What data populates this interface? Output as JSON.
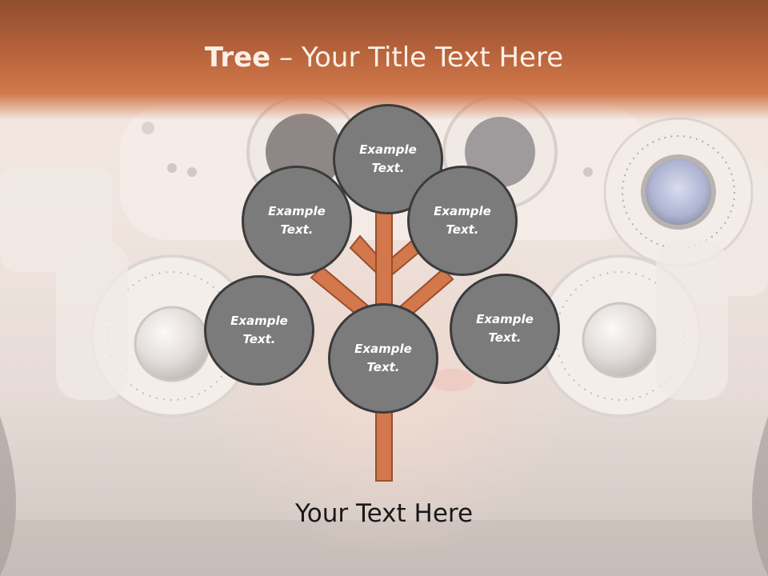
{
  "title": {
    "bold": "Tree",
    "separator": " – ",
    "rest": "Your Title Text Here"
  },
  "nodes": [
    {
      "line1": "Example",
      "line2": "Text."
    },
    {
      "line1": "Example",
      "line2": "Text."
    },
    {
      "line1": "Example",
      "line2": "Text."
    },
    {
      "line1": "Example",
      "line2": "Text."
    },
    {
      "line1": "Example",
      "line2": "Text."
    },
    {
      "line1": "Example",
      "line2": "Text."
    }
  ],
  "footer": "Your Text Here",
  "colors": {
    "title_band": "#b4613a",
    "branch": "#d3774c",
    "node_fill": "#7b7b7b",
    "node_border": "#3b3b3b"
  }
}
